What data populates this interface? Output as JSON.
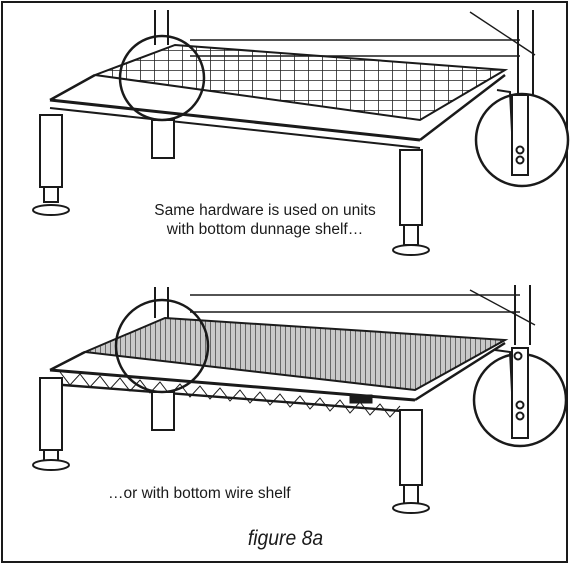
{
  "captions": {
    "top_line1": "Same hardware is used on units",
    "top_line2": "with bottom dunnage shelf…",
    "bottom": "…or with bottom wire shelf"
  },
  "figure_label": "figure 8a"
}
